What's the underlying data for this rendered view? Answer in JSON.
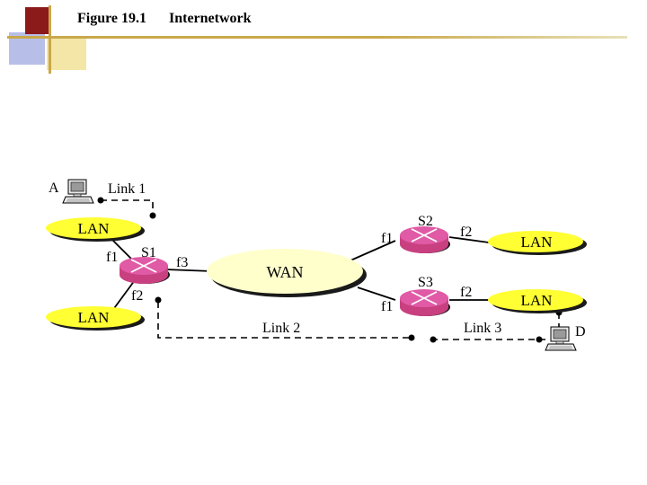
{
  "header": {
    "figure_number": "Figure 19.1",
    "figure_title": "Internetwork"
  },
  "diagram": {
    "hosts": [
      {
        "label": "A"
      },
      {
        "label": "D"
      }
    ],
    "links": [
      {
        "label": "Link 1"
      },
      {
        "label": "Link 2"
      },
      {
        "label": "Link 3"
      }
    ],
    "lans": [
      {
        "label": "LAN"
      },
      {
        "label": "LAN"
      },
      {
        "label": "LAN"
      },
      {
        "label": "LAN"
      }
    ],
    "wan": {
      "label": "WAN"
    },
    "routers": [
      {
        "label": "S1",
        "ports": [
          "f1",
          "f2",
          "f3"
        ]
      },
      {
        "label": "S2",
        "ports": [
          "f1",
          "f2"
        ]
      },
      {
        "label": "S3",
        "ports": [
          "f1",
          "f2"
        ]
      }
    ],
    "colors": {
      "lan": "#ffff33",
      "wan": "#ffffcc",
      "router": "#e05aa6",
      "shadow": "#1a1a1a"
    }
  }
}
